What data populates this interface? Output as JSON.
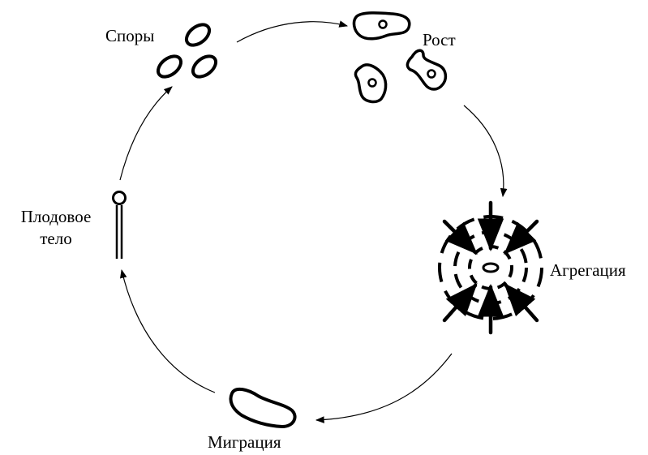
{
  "labels": {
    "spores": "Споры",
    "growth": "Рост",
    "aggregation": "Агрегация",
    "migration": "Миграция",
    "fruiting_line1": "Плодовое",
    "fruiting_line2": "тело"
  },
  "colors": {
    "ink": "#000000",
    "background": "#ffffff"
  }
}
